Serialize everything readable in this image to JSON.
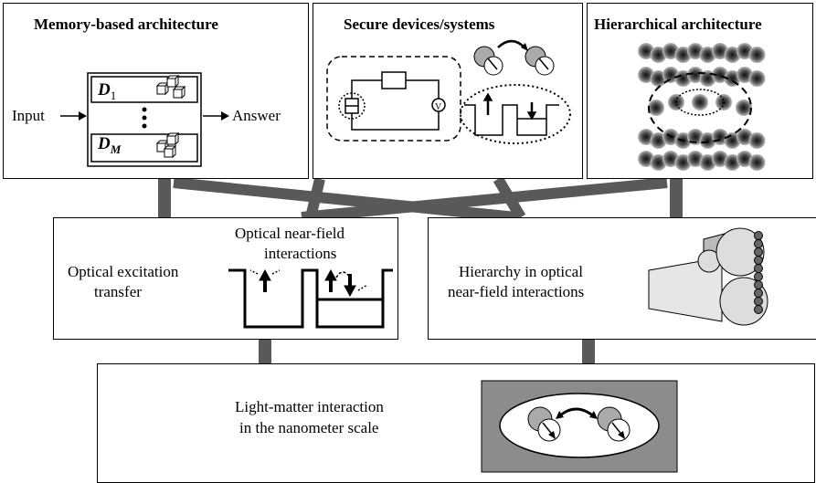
{
  "top_boxes": {
    "memory": {
      "title": "Memory-based architecture",
      "input_label": "Input",
      "answer_label": "Answer",
      "d1_label": "D",
      "d1_sub": "1",
      "dm_label": "D",
      "dm_sub": "M"
    },
    "secure": {
      "title": "Secure devices/systems"
    },
    "hierarchical": {
      "title": "Hierarchical architecture"
    }
  },
  "middle_boxes": {
    "left": {
      "text_line1": "Optical excitation",
      "text_line2": "transfer",
      "inset_line1": "Optical near-field",
      "inset_line2": "interactions"
    },
    "right": {
      "text_line1": "Hierarchy in optical",
      "text_line2": "near-field interactions"
    }
  },
  "bottom_box": {
    "text_line1": "Light-matter interaction",
    "text_line2": "in the nanometer scale"
  }
}
